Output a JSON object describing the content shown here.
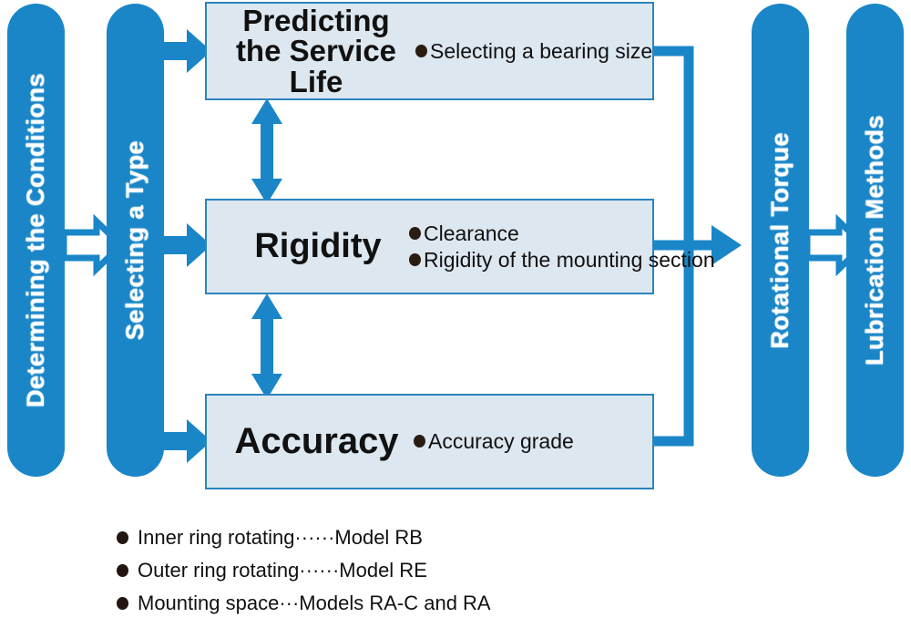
{
  "diagram": {
    "title": "Bearing Selection Procedure Flowchart",
    "colors": {
      "pill_fill": "#1a86c8",
      "pill_text": "#ffffff",
      "box_fill": "#dde7f0",
      "box_border": "#2b84bd",
      "arrow_solid": "#1a86c8",
      "arrow_outline_fill": "#ffffff",
      "bullet": "#2b1c12",
      "text": "#111111",
      "background": "#ffffff"
    },
    "stages": [
      {
        "id": "determining-the-conditions",
        "label": "Determining the Conditions"
      },
      {
        "id": "selecting-a-type",
        "label": "Selecting a Type"
      },
      {
        "id": "rotational-torque",
        "label": "Rotational Torque"
      },
      {
        "id": "lubrication-methods",
        "label": "Lubrication Methods"
      }
    ],
    "criteria": [
      {
        "id": "predicting-the-service-life",
        "title": "Predicting\nthe Service Life",
        "bullets": [
          "Selecting a bearing size"
        ]
      },
      {
        "id": "rigidity",
        "title": "Rigidity",
        "bullets": [
          "Clearance",
          "Rigidity of the mounting section"
        ]
      },
      {
        "id": "accuracy",
        "title": "Accuracy",
        "bullets": [
          "Accuracy grade"
        ]
      }
    ],
    "legend": [
      "Inner ring rotating······Model RB",
      "Outer ring rotating······Model RE",
      "Mounting space···Models RA-C and RA"
    ]
  }
}
